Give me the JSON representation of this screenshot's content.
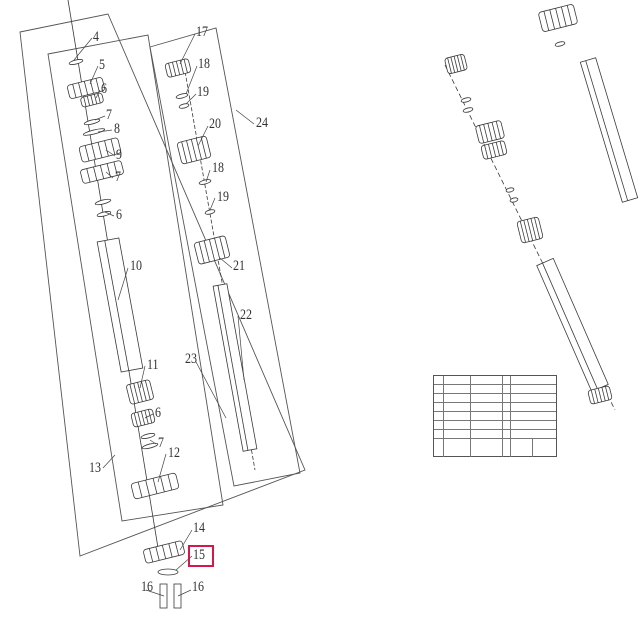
{
  "callouts": [
    {
      "id": "c4",
      "text": "4"
    },
    {
      "id": "c5",
      "text": "5"
    },
    {
      "id": "c6a",
      "text": "6"
    },
    {
      "id": "c7a",
      "text": "7"
    },
    {
      "id": "c8",
      "text": "8"
    },
    {
      "id": "c9",
      "text": "9"
    },
    {
      "id": "c7b",
      "text": "7"
    },
    {
      "id": "c6b",
      "text": "6"
    },
    {
      "id": "c10",
      "text": "10"
    },
    {
      "id": "c11",
      "text": "11"
    },
    {
      "id": "c6c",
      "text": "6"
    },
    {
      "id": "c7c",
      "text": "7"
    },
    {
      "id": "c12",
      "text": "12"
    },
    {
      "id": "c13",
      "text": "13"
    },
    {
      "id": "c14",
      "text": "14"
    },
    {
      "id": "c15",
      "text": "15"
    },
    {
      "id": "c16a",
      "text": "16"
    },
    {
      "id": "c16b",
      "text": "16"
    },
    {
      "id": "c17",
      "text": "17"
    },
    {
      "id": "c18a",
      "text": "18"
    },
    {
      "id": "c19a",
      "text": "19"
    },
    {
      "id": "c20",
      "text": "20"
    },
    {
      "id": "c18b",
      "text": "18"
    },
    {
      "id": "c19b",
      "text": "19"
    },
    {
      "id": "c21",
      "text": "21"
    },
    {
      "id": "c22",
      "text": "22"
    },
    {
      "id": "c23",
      "text": "23"
    },
    {
      "id": "c24",
      "text": "24"
    }
  ],
  "highlight": {
    "label": "15",
    "color": "#d6174a"
  },
  "colors": {
    "line": "#3a3a3a",
    "gear": "#4a4a4a",
    "frame": "#555555"
  }
}
